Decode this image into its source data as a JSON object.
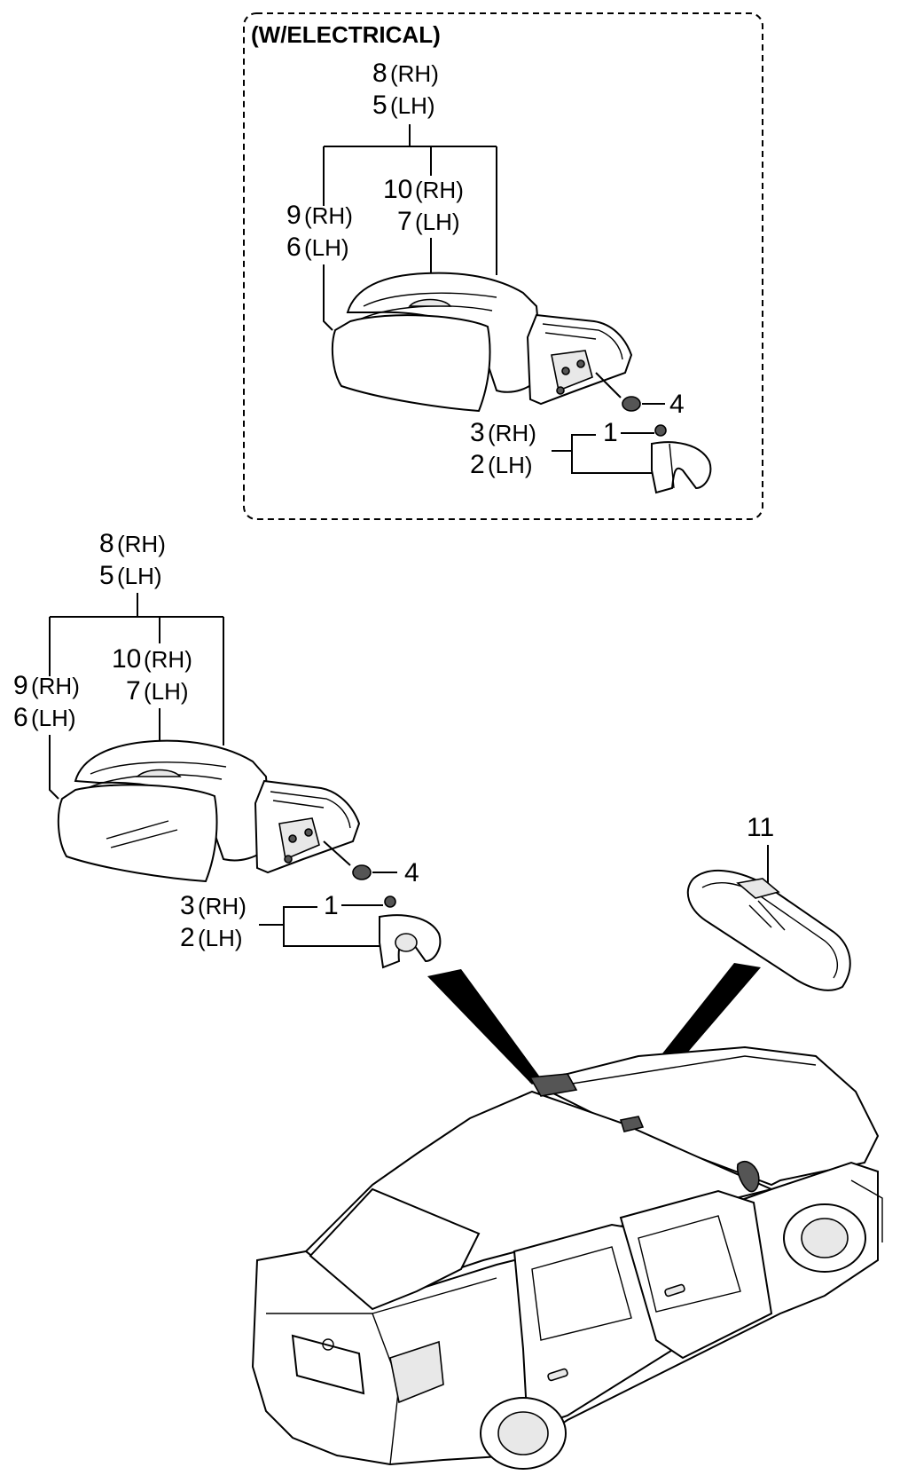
{
  "diagram": {
    "box_title": "(W/ELECTRICAL)",
    "callouts": {
      "rh8": "8",
      "lh5": "5",
      "rh9": "9",
      "lh6": "6",
      "rh10": "10",
      "lh7": "7",
      "rh3": "3",
      "lh2": "2",
      "p1": "1",
      "p4": "4",
      "p11": "11",
      "rh_suffix": "(RH)",
      "lh_suffix": "(LH)"
    }
  }
}
